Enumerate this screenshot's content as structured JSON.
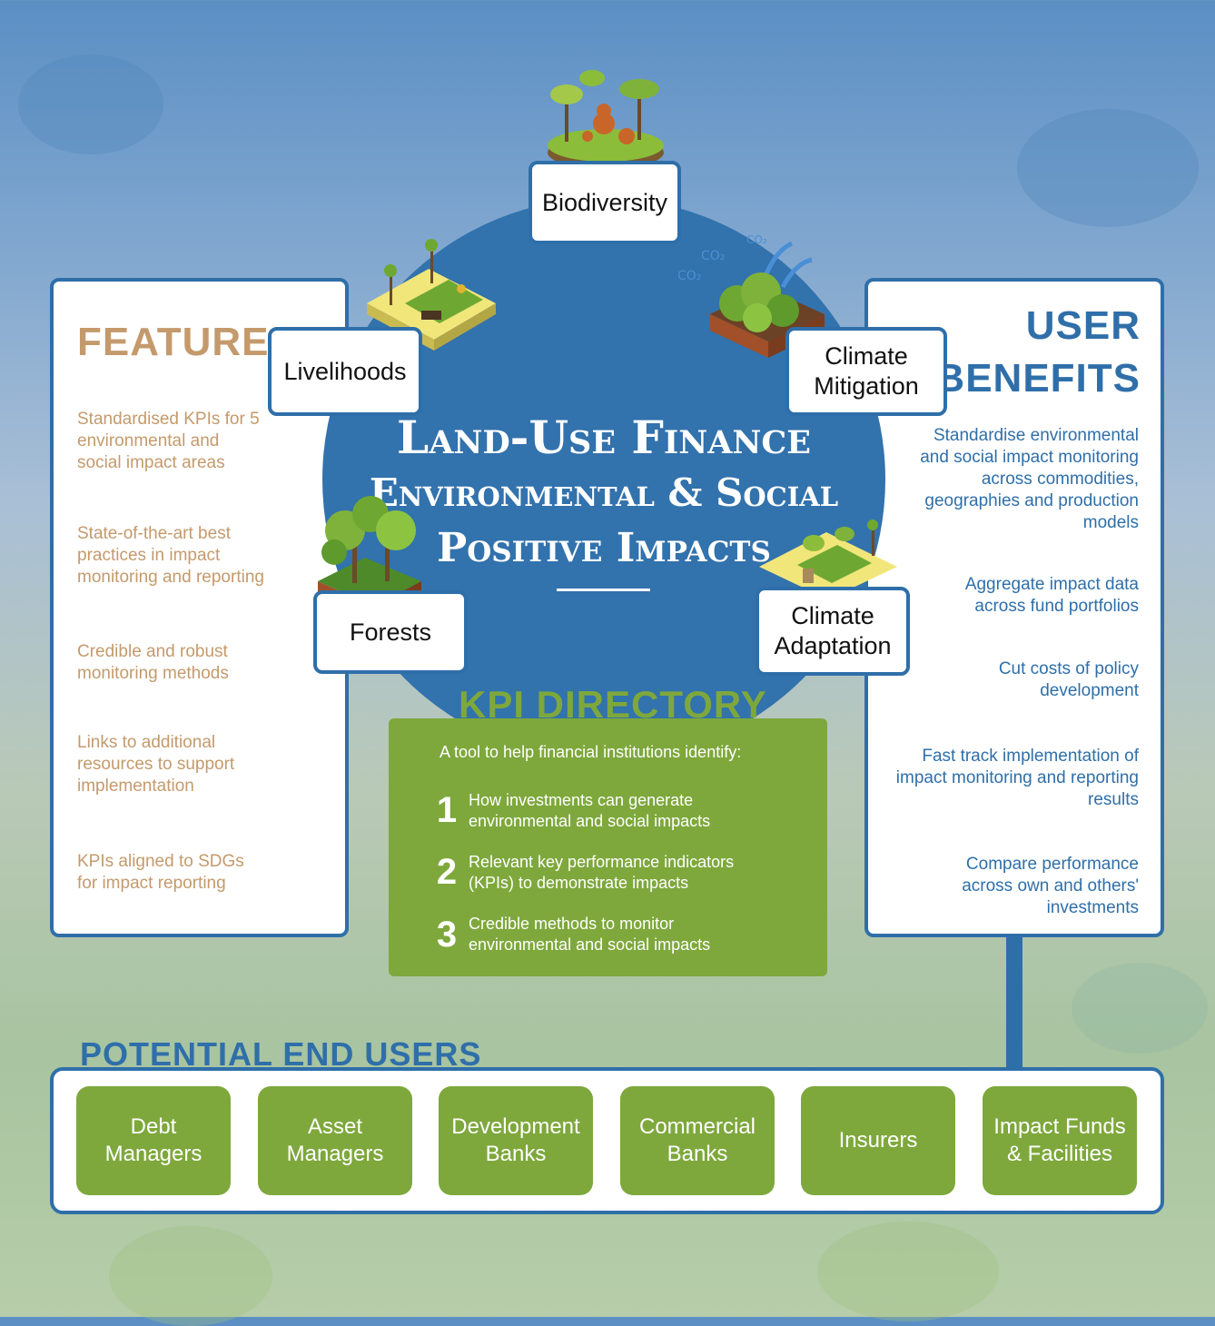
{
  "hub": {
    "title_line1": "Land-Use Finance",
    "title_line2": "Environmental & Social",
    "title_line3": "Positive Impacts"
  },
  "impact_areas": {
    "biodiversity": "Biodiversity",
    "livelihoods": "Livelihoods",
    "climate_mitigation": [
      "Climate",
      "Mitigation"
    ],
    "forests": "Forests",
    "climate_adaptation": [
      "Climate",
      "Adaptation"
    ]
  },
  "features": {
    "title": "FEATURES",
    "items": [
      "Standardised KPIs for 5 environmental and social impact areas",
      "State-of-the-art best practices in impact monitoring and reporting",
      "Credible and robust monitoring methods",
      "Links to additional resources to support implementation",
      "KPIs aligned to SDGs for impact reporting"
    ]
  },
  "user_benefits": {
    "title_line1": "USER",
    "title_line2": "BENEFITS",
    "items": [
      "Standardise environmental and social impact monitoring across commodities, geographies and production models",
      "Aggregate impact data across fund portfolios",
      "Cut costs of policy development",
      "Fast track implementation of impact monitoring and reporting results",
      "Compare  performance across own and others' investments"
    ]
  },
  "kpi_directory": {
    "heading": "KPI DIRECTORY",
    "intro": "A tool to help financial institutions identify:",
    "points": [
      {
        "num": "1",
        "text": "How investments can generate environmental and social impacts"
      },
      {
        "num": "2",
        "text": "Relevant key performance indicators (KPIs) to demonstrate impacts"
      },
      {
        "num": "3",
        "text": "Credible methods to monitor environmental and social impacts"
      }
    ]
  },
  "end_users": {
    "heading": "POTENTIAL END USERS",
    "items": [
      [
        "Debt",
        "Managers"
      ],
      [
        "Asset",
        "Managers"
      ],
      [
        "Development",
        "Banks"
      ],
      [
        "Commercial",
        "Banks"
      ],
      [
        "Insurers"
      ],
      [
        "Impact Funds",
        "& Facilities"
      ]
    ]
  },
  "icons": {
    "co2_label": "CO₂"
  },
  "colors": {
    "primary_blue": "#2f6fa9",
    "hub_blue": "#3272ad",
    "feature_tan": "#c49a6c",
    "kpi_green": "#7ea83c"
  }
}
